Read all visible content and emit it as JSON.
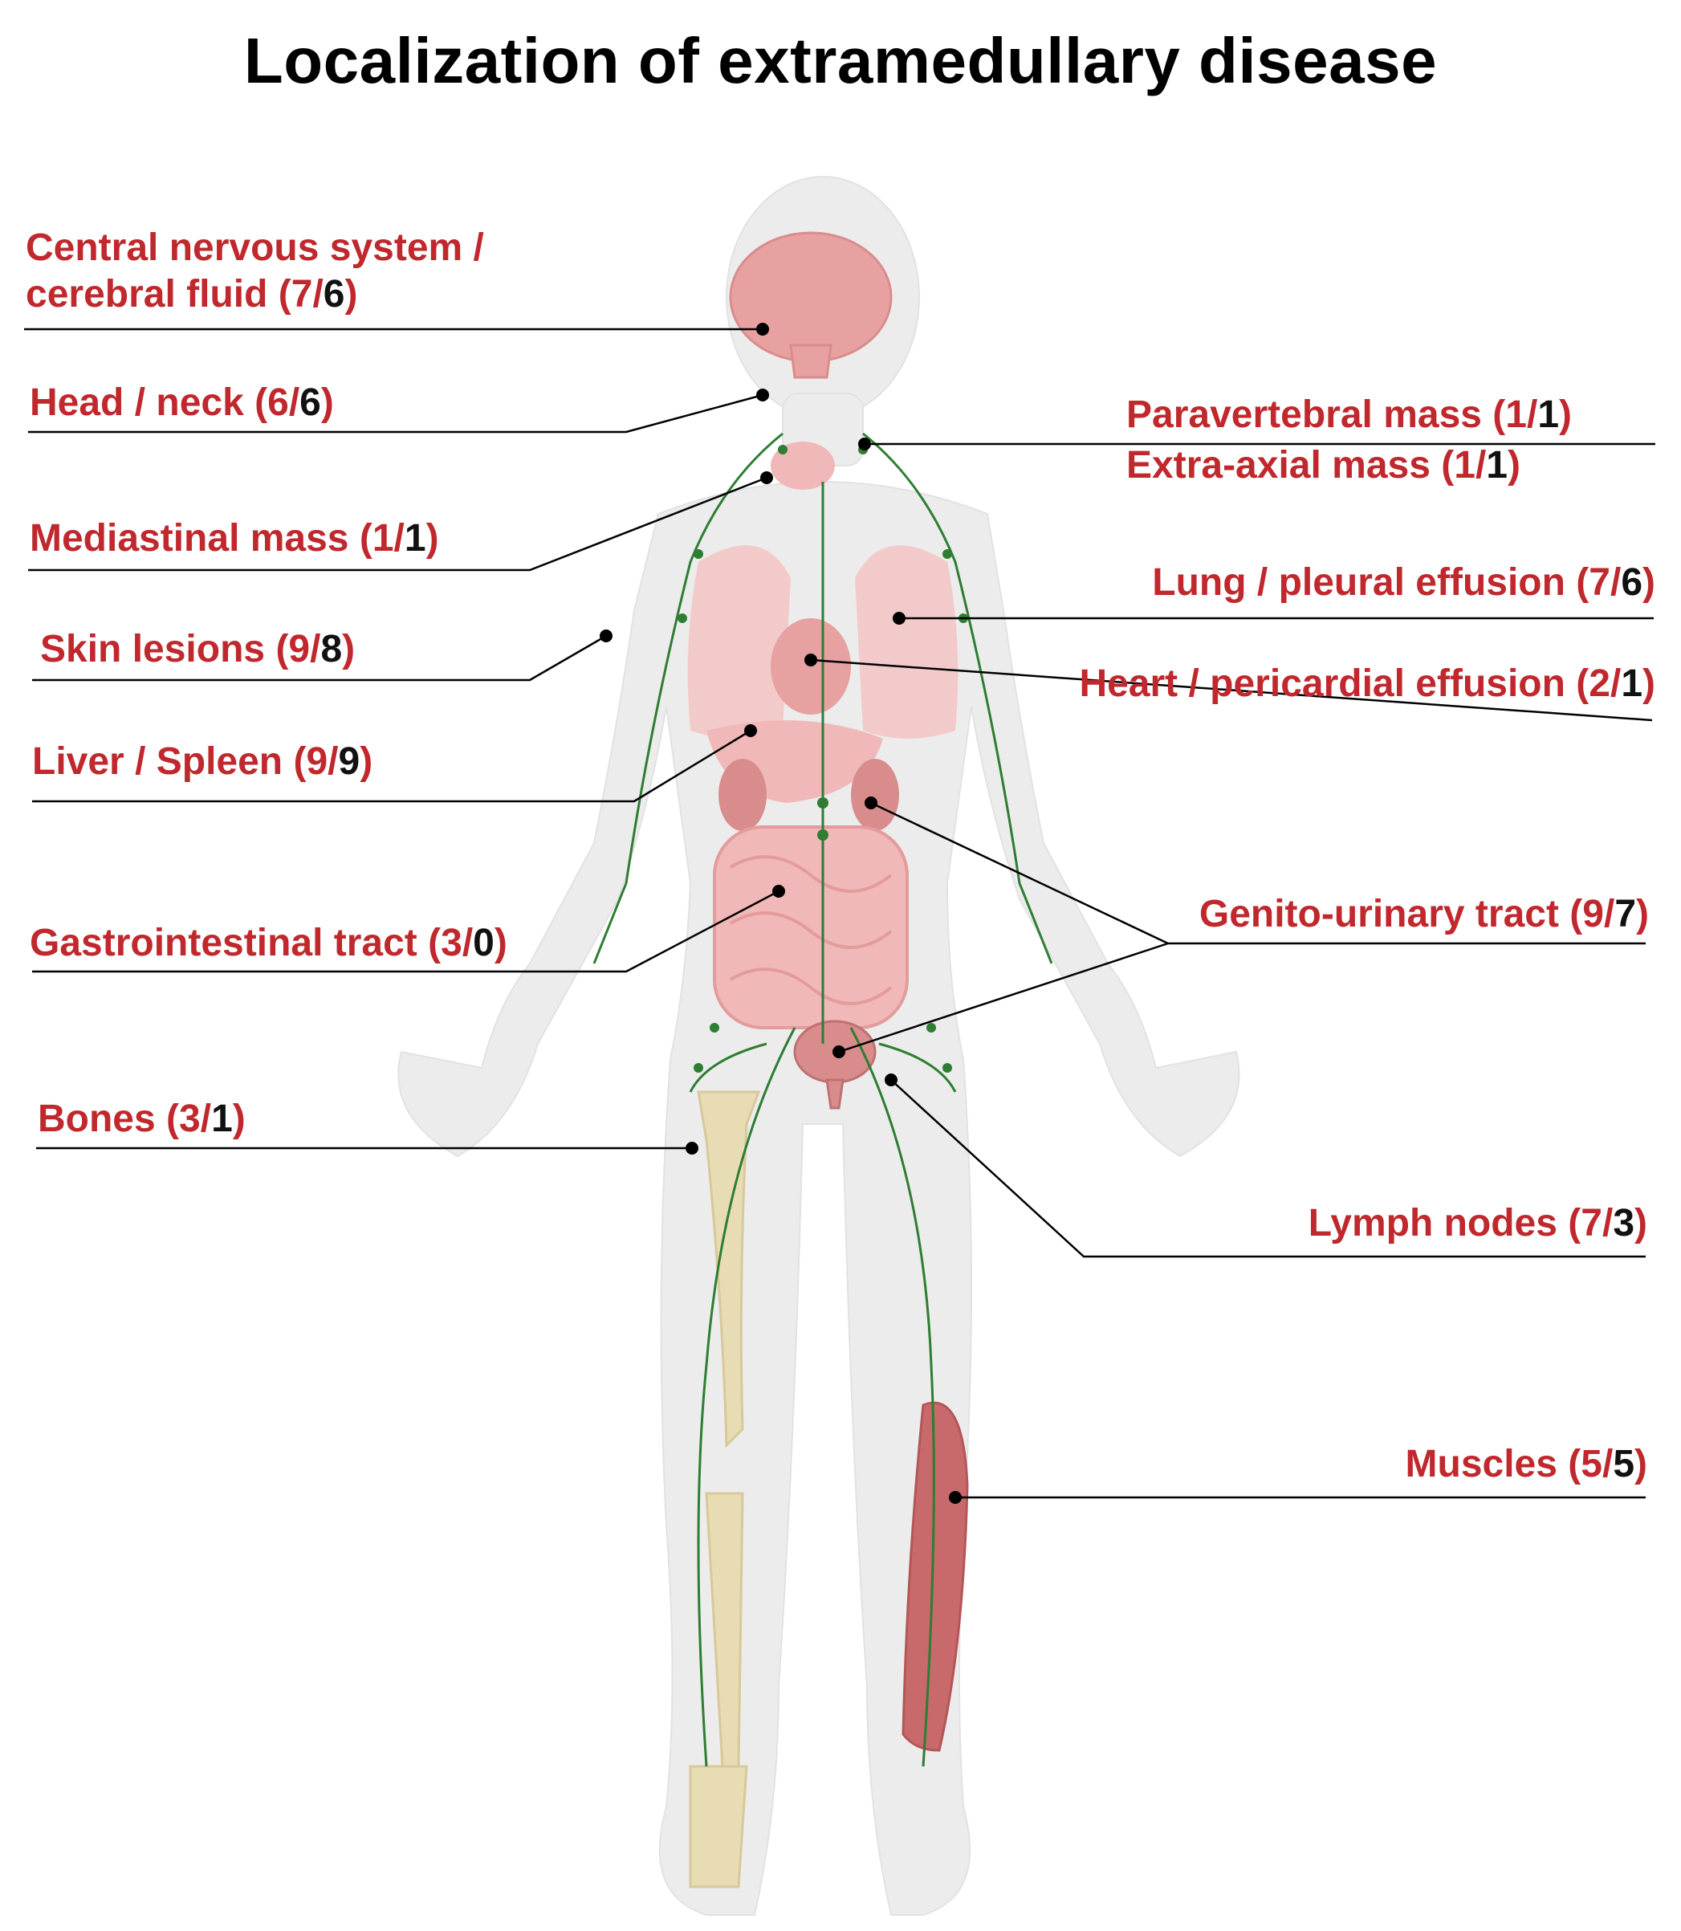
{
  "title": "Localization of extramedullary disease",
  "colors": {
    "label": "#c0282d",
    "second_count": "#111111",
    "lymph": "#2e7d32",
    "body": "#ececec",
    "organ": "#e8a1a1",
    "bone": "#e8dcb4",
    "muscle": "#c8696b"
  },
  "labels": [
    {
      "id": "cns",
      "lines": [
        "Central nervous system /",
        "cerebral fluid ("
      ],
      "a": "7",
      "b": "6"
    },
    {
      "id": "head",
      "lines": [
        "Head / neck ("
      ],
      "a": "6",
      "b": "6"
    },
    {
      "id": "paravertebral",
      "lines": [
        "Paravertebral  mass ("
      ],
      "a": "1",
      "b": "1"
    },
    {
      "id": "extraaxial",
      "lines": [
        "Extra-axial mass ("
      ],
      "a": "1",
      "b": "1"
    },
    {
      "id": "mediastinal",
      "lines": [
        "Mediastinal mass ("
      ],
      "a": "1",
      "b": "1"
    },
    {
      "id": "lung",
      "lines": [
        "Lung / pleural effusion ("
      ],
      "a": "7",
      "b": "6"
    },
    {
      "id": "skin",
      "lines": [
        "Skin lesions ("
      ],
      "a": "9",
      "b": "8"
    },
    {
      "id": "heart",
      "lines": [
        "Heart / pericardial effusion ("
      ],
      "a": "2",
      "b": "1"
    },
    {
      "id": "liver",
      "lines": [
        "Liver / Spleen ("
      ],
      "a": "9",
      "b": "9"
    },
    {
      "id": "gu",
      "lines": [
        "Genito-urinary tract ("
      ],
      "a": "9",
      "b": "7"
    },
    {
      "id": "gi",
      "lines": [
        "Gastrointestinal  tract ("
      ],
      "a": "3",
      "b": "0"
    },
    {
      "id": "bones",
      "lines": [
        "Bones ("
      ],
      "a": "3",
      "b": "1"
    },
    {
      "id": "lymph",
      "lines": [
        "Lymph nodes ("
      ],
      "a": "7",
      "b": "3"
    },
    {
      "id": "muscles",
      "lines": [
        "Muscles ("
      ],
      "a": "5",
      "b": "5"
    }
  ]
}
